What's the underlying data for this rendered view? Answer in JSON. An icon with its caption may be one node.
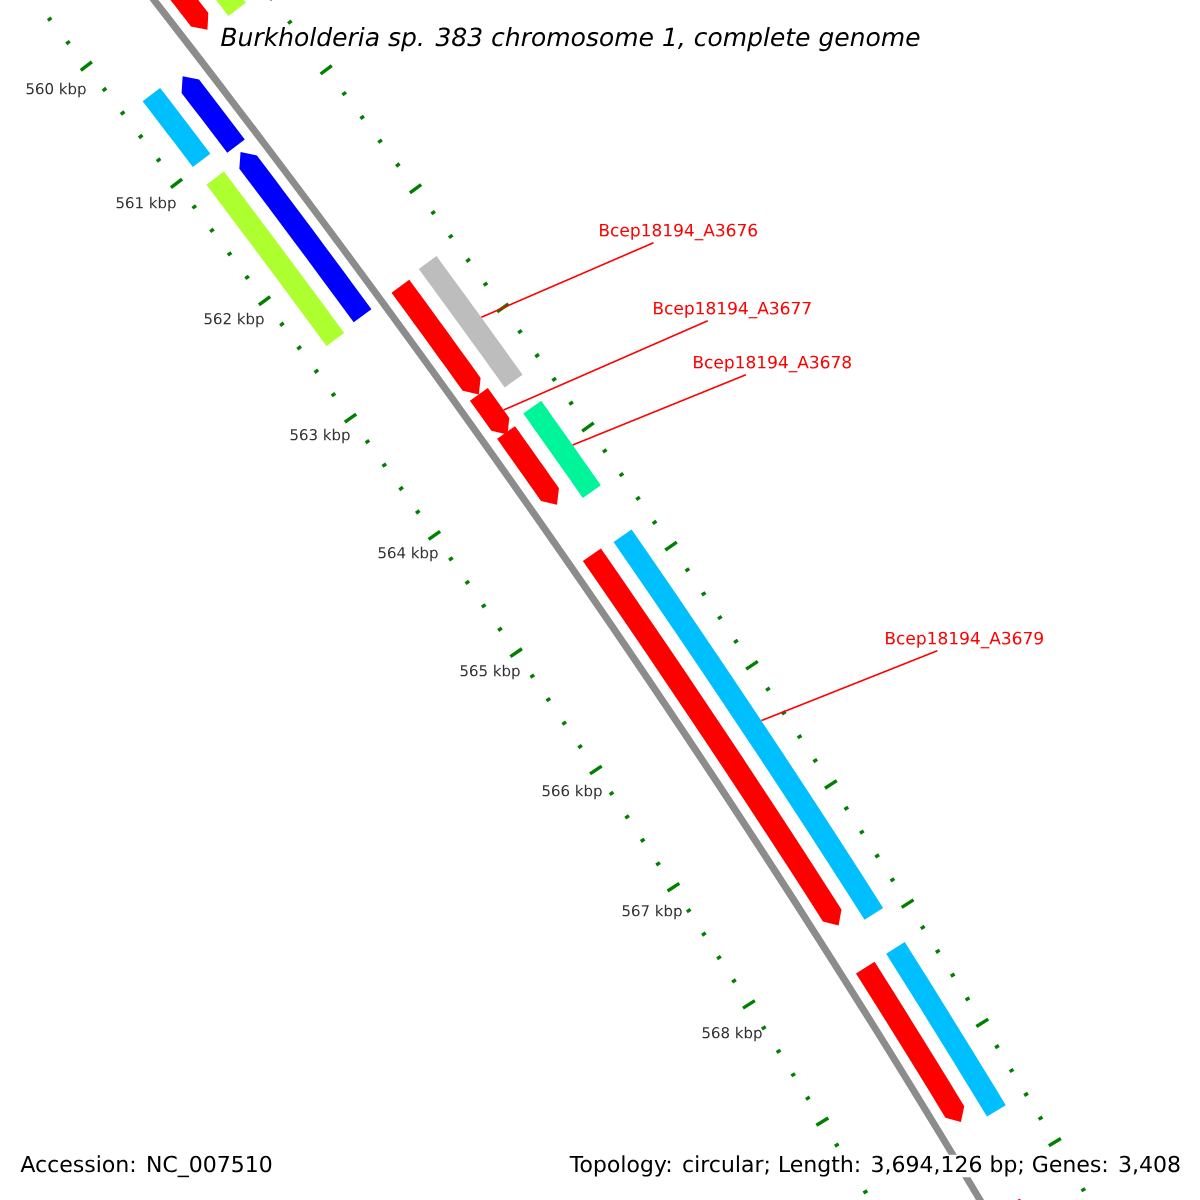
{
  "diagram": {
    "title": "Burkholderia sp. 383 chromosome 1, complete genome",
    "nodes": [
      {
        "text": [
          "Bcep18194_A3676"
        ]
      },
      {
        "text": [
          "Bcep18194_A3677"
        ]
      },
      {
        "text": [
          "Bcep18194_A3678"
        ]
      },
      {
        "text": [
          "Bcep18194_A3679"
        ]
      },
      {
        "text": [],
        "shape": "bar"
      },
      {
        "text": [],
        "shape": "bar"
      },
      {
        "text": [],
        "shape": "bar"
      },
      {
        "text": [],
        "shape": "bar"
      },
      {
        "text": [],
        "shape": "bar"
      },
      {
        "text": [],
        "shape": "bar"
      },
      {
        "text": [],
        "shape": "bar"
      },
      {
        "text": [],
        "shape": "bar"
      },
      {
        "text": [],
        "shape": "bar"
      },
      {
        "text": [],
        "shape": "bar"
      },
      {
        "text": [],
        "shape": "bar"
      },
      {
        "text": [],
        "shape": "bar"
      },
      {
        "text": [],
        "shape": "bar"
      },
      {
        "text": [],
        "shape": "bar"
      },
      {
        "text": [],
        "shape": "bar"
      },
      {
        "text": [],
        "shape": "bar"
      }
    ],
    "edges": [
      {
        "from": 0,
        "to": 10,
        "arrow": "none"
      },
      {
        "from": 1,
        "to": 12,
        "arrow": "none"
      },
      {
        "from": 2,
        "to": 13,
        "arrow": "none"
      },
      {
        "from": 3,
        "to": 15,
        "arrow": "none"
      }
    ],
    "labels": [
      "560 kbp",
      "561 kbp",
      "562 kbp",
      "563 kbp",
      "564 kbp",
      "565 kbp",
      "566 kbp",
      "567 kbp",
      "568 kbp",
      "Accession: NC_007510",
      "Topology: circular; Length: 3,694,126 bp; Genes: 3,408"
    ]
  }
}
